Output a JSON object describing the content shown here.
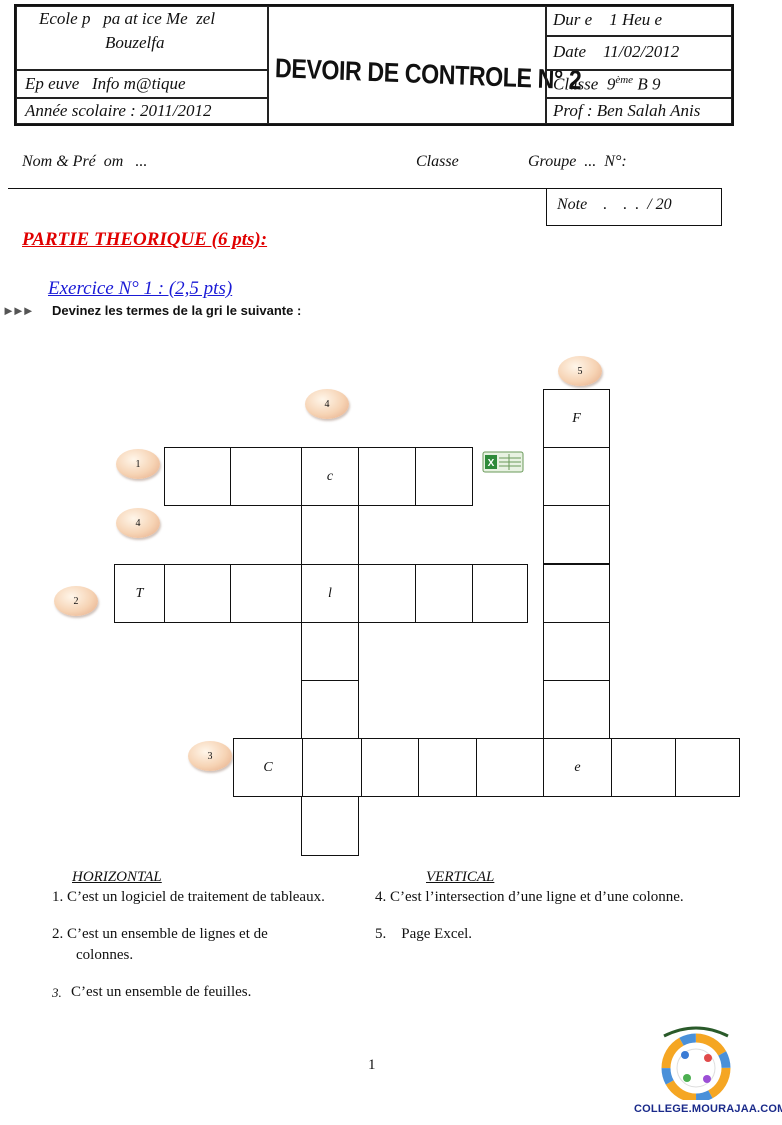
{
  "header": {
    "school_line1": "Ecole p   pa at ice Me  zel",
    "school_line2": "Bouzelfa",
    "epreuve": "Ep euve   Info m@tique",
    "annee": "Année scolaire : 2011/2012",
    "title": "DEVOIR DE CONTROLE N° 2",
    "duree": "Dur e    1 Heu e",
    "date": "Date    11/02/2012",
    "classe": "Classe  9",
    "classe_sup": "ème",
    "classe_suffix": " B 9",
    "prof": "Prof : Ben Salah Anis"
  },
  "student": {
    "nom": "Nom & Pré  om   ...",
    "classe": "Classe",
    "groupe": "Groupe  ...  N°:",
    "note": "Note    .    .  .  / 20"
  },
  "partie": "PARTIE THEORIQUE (6 pts):",
  "exercice": {
    "title": "Exercice N° 1 : (2,5 pts)",
    "arrows": "►►►",
    "instruction": "Devinez les termes de la gri le suivante :"
  },
  "crossword": {
    "labels": {
      "n5": "5",
      "n4a": "4",
      "n1": "1",
      "n4b": "4",
      "n2": "2",
      "n3": "3"
    },
    "letters": {
      "F": "F",
      "c1": "c",
      "T": "T",
      "l": "l",
      "C": "C",
      "e": "e"
    },
    "excel_icon": "excel-icon"
  },
  "clues": {
    "horizontal_title": "HORIZONTAL",
    "vertical_title": "VERTICAL",
    "h1": "1.  C’est un logiciel de traitement de tableaux.",
    "h2a": "2.  C’est un ensemble de lignes et de",
    "h2b": "colonnes.",
    "h3_num": "3.",
    "h3": "C’est un ensemble de feuilles.",
    "v4": "4.  C’est l’intersection d’une ligne et d’une colonne.",
    "v5": "5.    Page Excel."
  },
  "footer": {
    "page": "1",
    "site": "COLLEGE.MOURAJAA.COM"
  }
}
